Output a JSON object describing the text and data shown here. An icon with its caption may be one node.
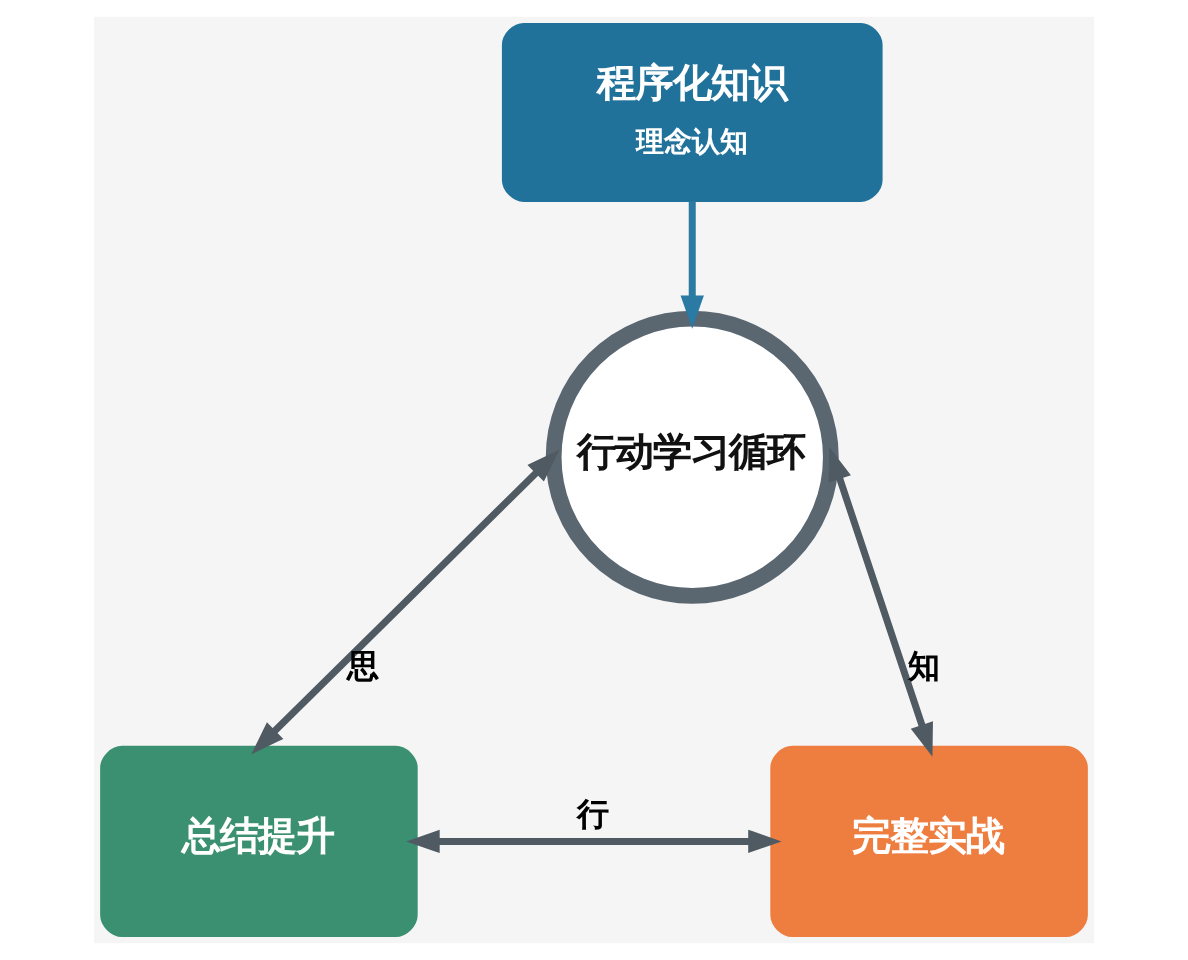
{
  "diagram": {
    "nodes": [
      {
        "text": [
          "程序化知识",
          "理念认知"
        ]
      },
      {
        "text": [
          "行动学习循环"
        ]
      },
      {
        "text": [
          "总结提升"
        ]
      },
      {
        "text": [
          "完整实战"
        ]
      }
    ],
    "edges": [
      {
        "from": 0,
        "to": 1,
        "arrow": "to",
        "color": "#2a7aa3"
      },
      {
        "from": 1,
        "to": 2,
        "arrow": "both",
        "label": "思"
      },
      {
        "from": 1,
        "to": 3,
        "arrow": "both",
        "label": "知"
      },
      {
        "from": 2,
        "to": 3,
        "arrow": "both",
        "label": "行"
      }
    ]
  }
}
